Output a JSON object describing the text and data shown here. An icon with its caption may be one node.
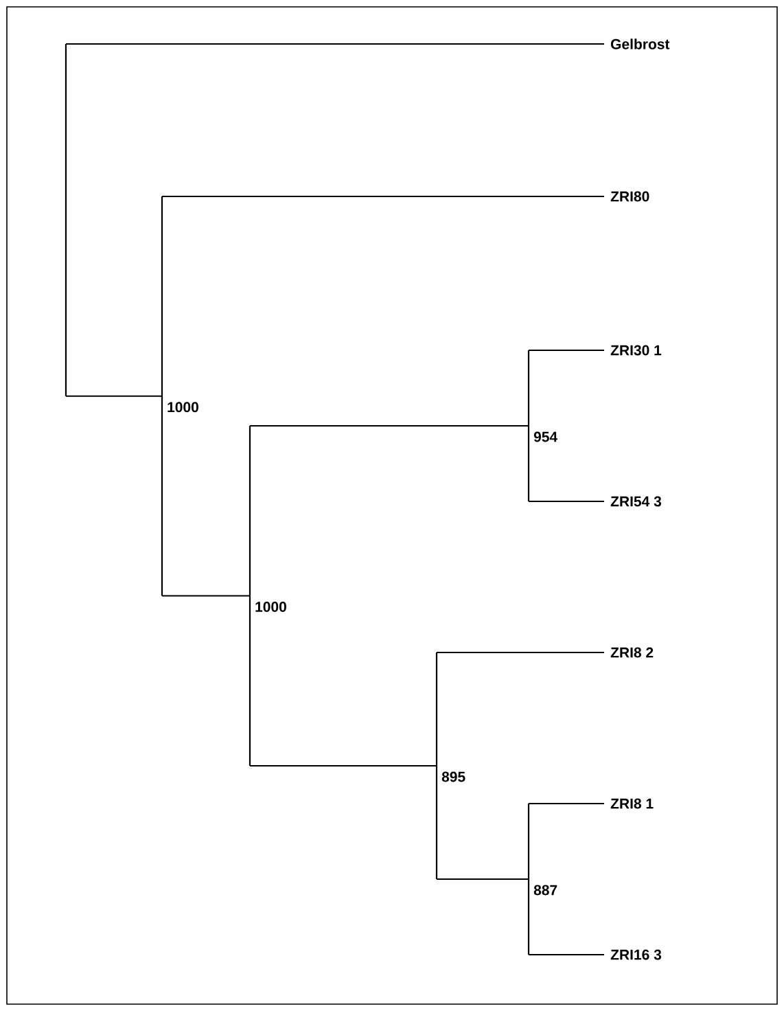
{
  "diagram": {
    "nodes": [
      {
        "text": [],
        "shape": "bar"
      },
      {
        "text": [
          "Gelbrost"
        ]
      },
      {
        "text": [],
        "shape": "bar",
        "beside": [
          "1000"
        ]
      },
      {
        "text": [
          "ZRI80"
        ]
      },
      {
        "text": [],
        "shape": "bar",
        "beside": [
          "1000"
        ]
      },
      {
        "text": [],
        "shape": "bar",
        "beside": [
          "954"
        ]
      },
      {
        "text": [
          "ZRI30 1"
        ]
      },
      {
        "text": [
          "ZRI54 3"
        ]
      },
      {
        "text": [],
        "shape": "bar",
        "beside": [
          "895"
        ]
      },
      {
        "text": [
          "ZRI8 2"
        ]
      },
      {
        "text": [],
        "shape": "bar",
        "beside": [
          "887"
        ]
      },
      {
        "text": [
          "ZRI8 1"
        ]
      },
      {
        "text": [
          "ZRI16 3"
        ]
      }
    ],
    "edges": [
      {
        "from": 0,
        "to": 1,
        "arrow": "none"
      },
      {
        "from": 0,
        "to": 2,
        "arrow": "none"
      },
      {
        "from": 2,
        "to": 3,
        "arrow": "none"
      },
      {
        "from": 2,
        "to": 4,
        "arrow": "none"
      },
      {
        "from": 4,
        "to": 5,
        "arrow": "none"
      },
      {
        "from": 5,
        "to": 6,
        "arrow": "none"
      },
      {
        "from": 5,
        "to": 7,
        "arrow": "none"
      },
      {
        "from": 4,
        "to": 8,
        "arrow": "none"
      },
      {
        "from": 8,
        "to": 9,
        "arrow": "none"
      },
      {
        "from": 8,
        "to": 10,
        "arrow": "none"
      },
      {
        "from": 10,
        "to": 11,
        "arrow": "none"
      },
      {
        "from": 10,
        "to": 12,
        "arrow": "none"
      }
    ]
  }
}
